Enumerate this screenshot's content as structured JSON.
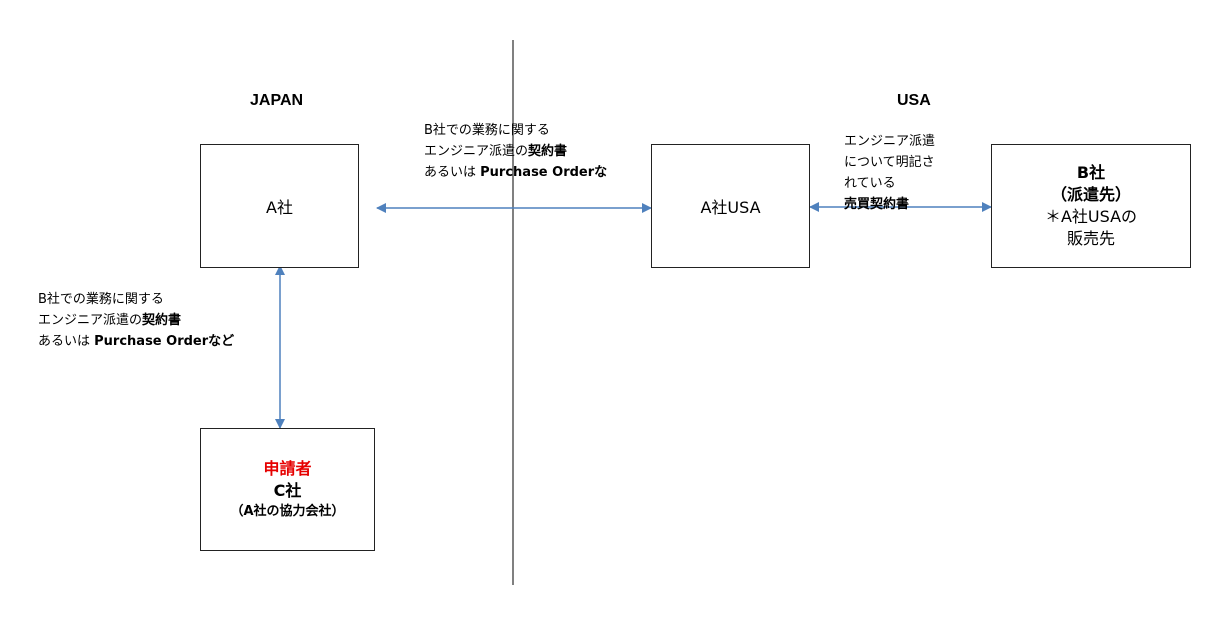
{
  "headers": {
    "japan": "JAPAN",
    "usa": "USA"
  },
  "boxes": {
    "a_company": {
      "label": "A社"
    },
    "a_usa": {
      "label": "A社USA"
    },
    "b_company": {
      "title": "B社",
      "role": "（派遣先）",
      "note_line1": "＊A社USAの",
      "note_line2": "販売先"
    },
    "c_company": {
      "applicant": "申請者",
      "title": "C社",
      "sub": "（A社の協力会社）"
    }
  },
  "notes": {
    "top_contract": {
      "line1": "B社での業務に関する",
      "line2_normal": "エンジニア派遣の",
      "line2_bold": "契約書",
      "line3_normal": "あるいは ",
      "line3_bold": "Purchase Orderな"
    },
    "left_contract": {
      "line1": "B社での業務に関する",
      "line2_normal": "エンジニア派遣の",
      "line2_bold": "契約書",
      "line3_normal": "あるいは ",
      "line3_bold": "Purchase Orderなど"
    },
    "right_contract": {
      "line1": "エンジニア派遣",
      "line2": "について明記さ",
      "line3": "れている",
      "line4_bold": "売買契約書"
    }
  },
  "colors": {
    "arrow": "#4f81bd",
    "applicant_text": "#e60000",
    "border": "#222222"
  }
}
